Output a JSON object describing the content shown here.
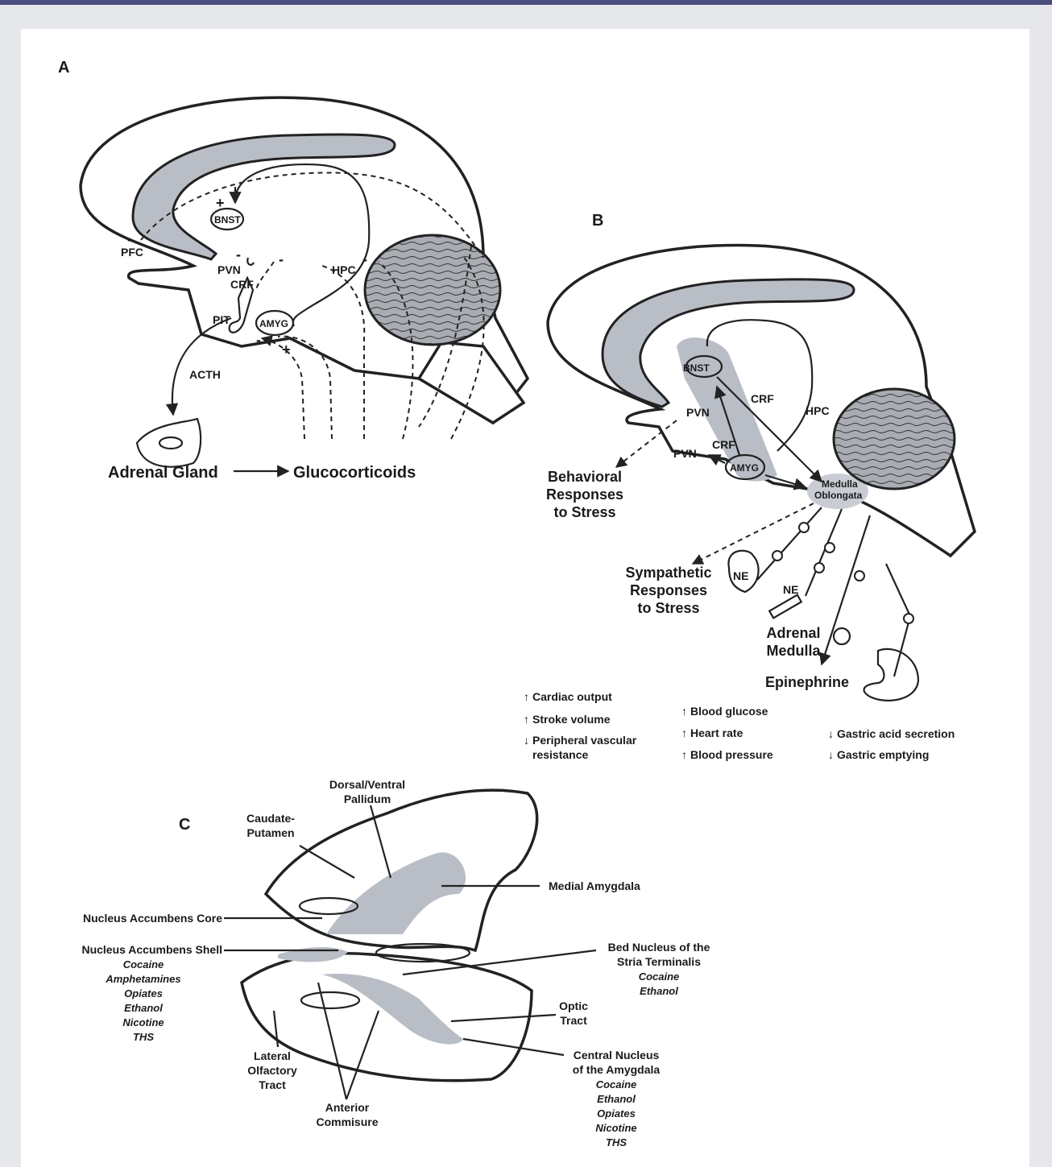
{
  "panelA": {
    "letter": "A",
    "labels": {
      "pfc": "PFC",
      "bnst": "BNST",
      "pvn": "PVN",
      "crf": "CRF",
      "pit": "PIT",
      "amyg": "AMYG",
      "hpc": "HPC",
      "acth": "ACTH",
      "plus1": "+",
      "plus2": "+",
      "minus1": "-",
      "minus2": "-",
      "minus3": "-",
      "minus4": "-",
      "minus5": "-",
      "adrenal": "Adrenal Gland",
      "gluco": "Glucocorticoids"
    }
  },
  "panelB": {
    "letter": "B",
    "labels": {
      "bnst": "BNST",
      "crf_top": "CRF",
      "pvn_top": "PVN",
      "hpc": "HPC",
      "pvn_low": "PVN",
      "crf_low": "CRF",
      "amyg": "AMYG",
      "medulla1": "Medulla",
      "medulla2": "Oblongata",
      "behav1": "Behavioral",
      "behav2": "Responses",
      "behav3": "to Stress",
      "symp1": "Sympathetic",
      "symp2": "Responses",
      "symp3": "to Stress",
      "ne1": "NE",
      "ne2": "NE",
      "adrenal1": "Adrenal",
      "adrenal2": "Medulla",
      "epinephrine": "Epinephrine"
    },
    "effects": {
      "col1": [
        "Cardiac output",
        "Stroke  volume",
        "Peripheral vascular",
        "resistance"
      ],
      "col2": [
        "Blood glucose",
        "Heart rate",
        "Blood pressure"
      ],
      "col3": [
        "Gastric acid secretion",
        "Gastric emptying"
      ]
    }
  },
  "panelC": {
    "letter": "C",
    "labels": {
      "dvp1": "Dorsal/Ventral",
      "dvp2": "Pallidum",
      "cp1": "Caudate-",
      "cp2": "Putamen",
      "medamyg": "Medial Amygdala",
      "nac_core": "Nucleus Accumbens Core",
      "nac_shell": "Nucleus Accumbens Shell",
      "shell_drugs": [
        "Cocaine",
        "Amphetamines",
        "Opiates",
        "Ethanol",
        "Nicotine",
        "THS"
      ],
      "bnst1": "Bed Nucleus of the",
      "bnst2": "Stria Terminalis",
      "bnst_drugs": [
        "Cocaine",
        "Ethanol"
      ],
      "optic1": "Optic",
      "optic2": "Tract",
      "cea1": "Central Nucleus",
      "cea2": "of the Amygdala",
      "cea_drugs": [
        "Cocaine",
        "Ethanol",
        "Opiates",
        "Nicotine",
        "THS"
      ],
      "lot1": "Lateral",
      "lot2": "Olfactory",
      "lot3": "Tract",
      "ac1": "Anterior",
      "ac2": "Commisure"
    }
  }
}
